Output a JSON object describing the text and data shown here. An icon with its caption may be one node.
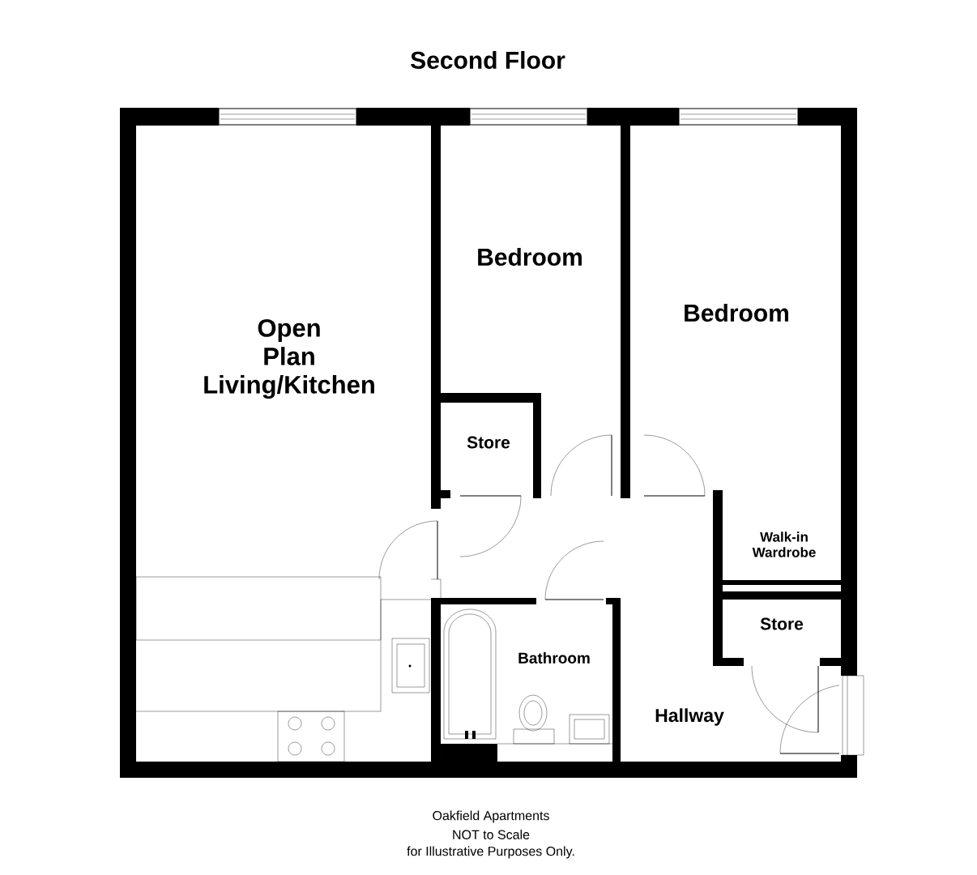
{
  "diagram": {
    "title": "Second Floor",
    "labels": [
      "Bedroom",
      "Open Plan Living/Kitchen",
      "Bedroom",
      "Store",
      "Walk-in Wardrobe",
      "Store",
      "Bathroom",
      "Hallway",
      "Oakfield Apartments",
      "NOT to Scale",
      "for Illustrative Purposes Only."
    ]
  }
}
